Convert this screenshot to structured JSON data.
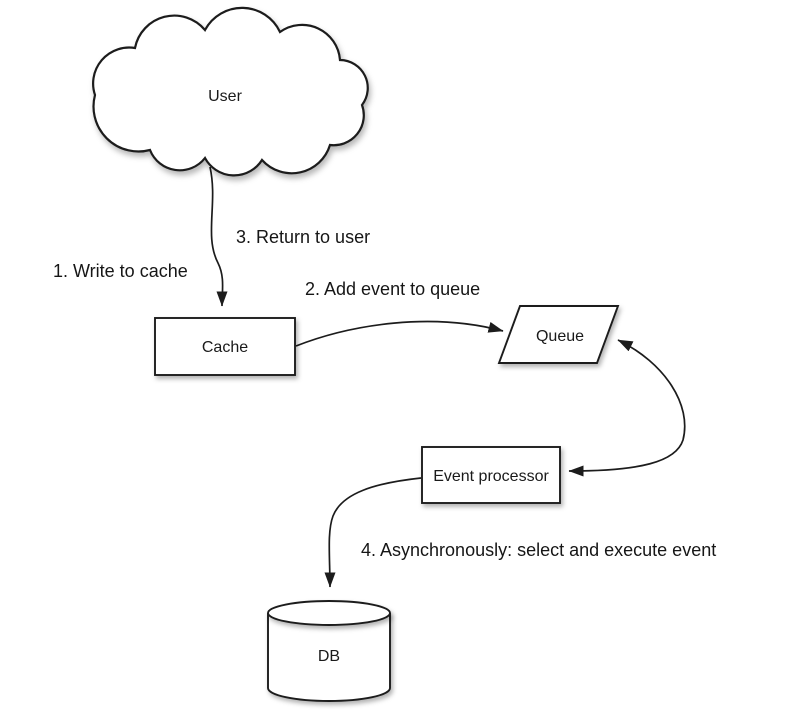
{
  "diagram": {
    "background_color": "#ffffff",
    "line_color": "#1c1c1c",
    "shape_fill": "#ffffff",
    "text_color": "#1a1a1a",
    "nodes": [
      {
        "id": "user",
        "shape": "cloud",
        "label": "User"
      },
      {
        "id": "cache",
        "shape": "rectangle",
        "label": "Cache"
      },
      {
        "id": "queue",
        "shape": "parallelogram",
        "label": "Queue"
      },
      {
        "id": "event-processor",
        "shape": "rectangle",
        "label": "Event processor"
      },
      {
        "id": "db",
        "shape": "cylinder",
        "label": "DB"
      }
    ],
    "edges": [
      {
        "id": "user-to-cache",
        "from": "user",
        "to": "cache",
        "arrowheads": "end",
        "labels": [
          "1. Write to cache",
          "3. Return to user"
        ]
      },
      {
        "id": "cache-to-queue",
        "from": "cache",
        "to": "queue",
        "arrowheads": "end",
        "label": "2. Add event to queue"
      },
      {
        "id": "queue-event-processor",
        "from": "queue",
        "to": "event-processor",
        "arrowheads": "both",
        "label": ""
      },
      {
        "id": "event-processor-to-db",
        "from": "event-processor",
        "to": "db",
        "arrowheads": "end",
        "label": "4. Asynchronously: select and execute event"
      }
    ]
  }
}
